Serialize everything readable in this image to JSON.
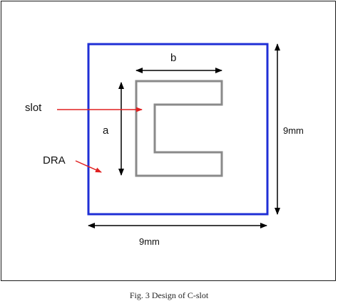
{
  "labels": {
    "b": "b",
    "a": "a",
    "slot": "slot",
    "dra": "DRA",
    "height": "9mm",
    "width": "9mm"
  },
  "caption": "Fig. 3    Design of C-slot",
  "colors": {
    "substrate_border": "#1f2fd6",
    "slot_outline": "#8a8a8a",
    "annotation_arrow": "#e02020",
    "dimension_arrow": "#000000"
  }
}
